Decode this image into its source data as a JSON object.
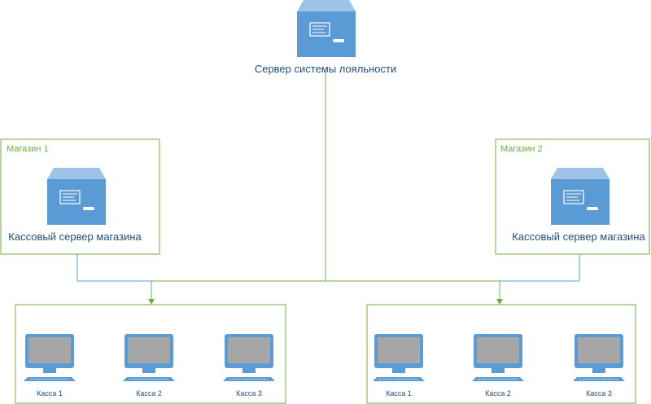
{
  "central_server": {
    "label": "Сервер системы лояльности"
  },
  "stores": [
    {
      "name": "Магазин 1",
      "server_label": "Кассовый сервер магазина"
    },
    {
      "name": "Магазин 2",
      "server_label": "Кассовый сервер магазина"
    }
  ],
  "register_groups": [
    {
      "registers": [
        "Касса 1",
        "Касса 2",
        "Касса 3"
      ]
    },
    {
      "registers": [
        "Касса 1",
        "Касса 2",
        "Касса 3"
      ]
    }
  ],
  "colors": {
    "server": "#5b9bd5",
    "server_top": "#9dc3e6",
    "green_line": "#70ad47",
    "blue_line": "#5b9bd5",
    "label_text": "#1f4e79",
    "screen": "#a6a6a6"
  },
  "icons": {
    "server": "server-icon",
    "register": "computer-icon"
  }
}
